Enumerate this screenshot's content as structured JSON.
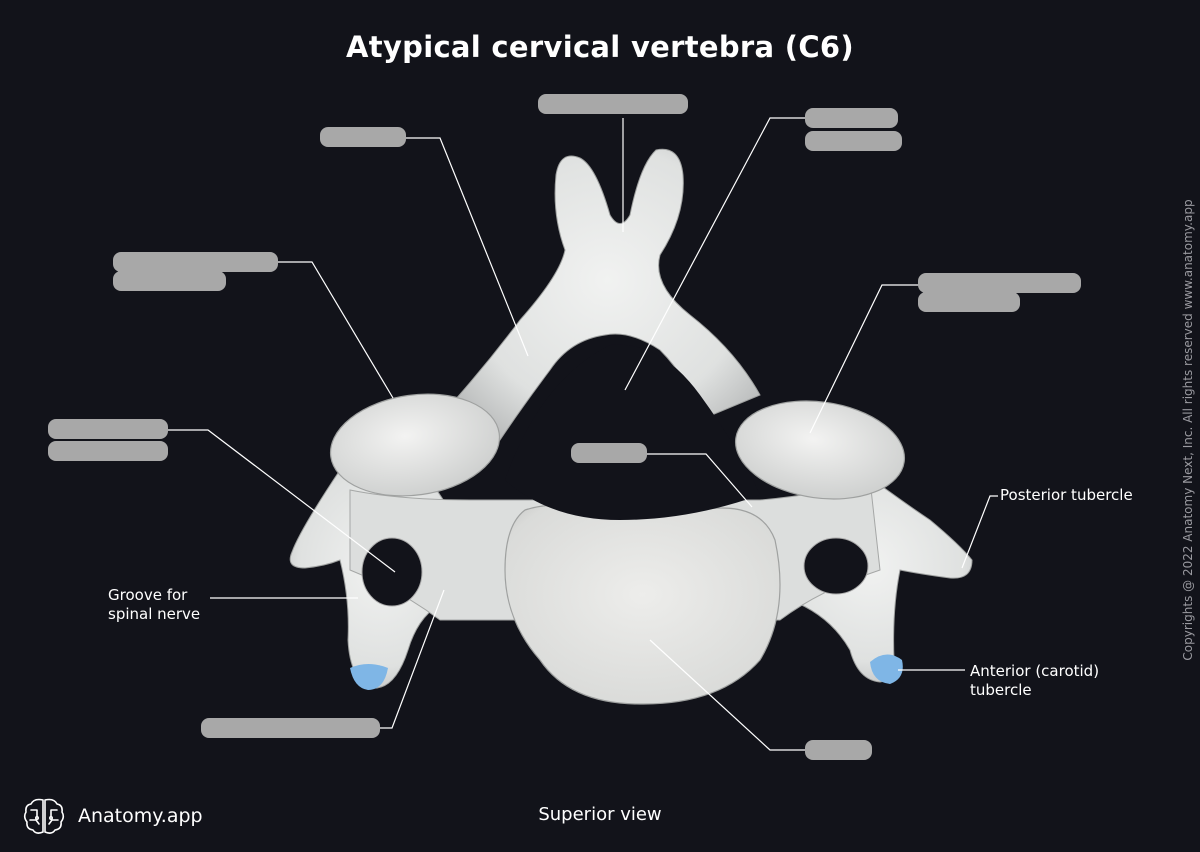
{
  "title": "Atypical cervical vertebra (C6)",
  "view": "Superior view",
  "labels": {
    "posterior_tubercle": "Posterior tubercle",
    "groove_line1": "Groove for",
    "groove_line2": "spinal nerve",
    "anterior_line1": "Anterior (carotid)",
    "anterior_line2": "tubercle"
  },
  "copyright": "Copyrights @ 2022 Anatomy Next, Inc. All rights reserved www.anatomy.app",
  "brand": {
    "name": "Anatomy.app",
    "icon": "brain-icon"
  },
  "colors": {
    "background": "#12131a",
    "bone": "#e2e4e4",
    "tubercle": "#7fb6e6",
    "blank": "#a8a8a8"
  }
}
